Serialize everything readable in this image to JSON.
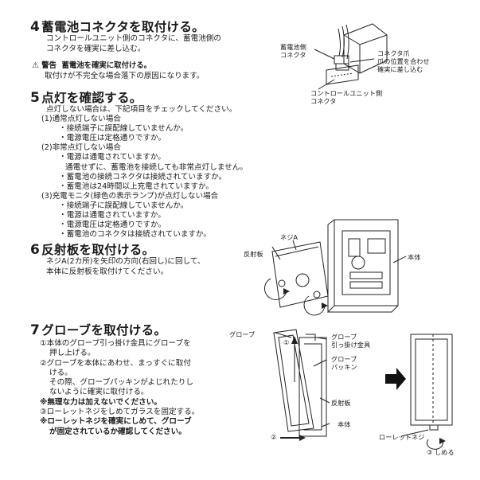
{
  "step4": {
    "number": "4",
    "title": "蓄電池コネクタを取付ける。",
    "lines": [
      "コントロールユニット側のコネクタに、蓄電池側の",
      "コネクタを確実に差し込む。"
    ],
    "warning_label": "警告",
    "warning_title": "蓄電池を確実に取付ける。",
    "warning_text": "取付けが不完全な場合落下の原因になります。",
    "labels": {
      "battery_connector": [
        "蓄電池側",
        "コネクタ"
      ],
      "connector_claw": [
        "コネクタ爪",
        "爪の位置を合わせ",
        "確実に差し込む"
      ],
      "control_connector": [
        "コントロールユニット側",
        "コネクタ"
      ]
    }
  },
  "step5": {
    "number": "5",
    "title": "点灯を確認する。",
    "lines": [
      "点灯しない場合は、下記項目をチェックしてください。",
      "(1)通常点灯しない場合",
      "・接続端子に誤配線していませんか。",
      "・電源電圧は定格通りですか。",
      "(2)非常点灯しない場合",
      "・電源は通電されていますか。",
      "通電せずに、蓄電池を接続しても非常点灯しません。",
      "・蓄電池の接続コネクタは接続されていますか。",
      "・蓄電池は24時間以上充電されていますか。",
      "(3)充電モニタ(緑色の表示ランプ)が点灯しない場合",
      "・接続端子に誤配線していませんか。",
      "・電源は通電されていますか。",
      "・電源電圧は定格通りですか。",
      "・蓄電池のコネクタは接続されていますか。"
    ]
  },
  "step6": {
    "number": "6",
    "title": "反射板を取付ける。",
    "lines": [
      "ネジA(2カ所)を矢印の方向(右回し)に回して、",
      "本体に反射板を取付けてください。"
    ],
    "labels": {
      "screw_a": "ネジA",
      "reflector": "反射板",
      "body": "本体"
    }
  },
  "step7": {
    "number": "7",
    "title": "グローブを取付ける。",
    "lines": [
      "①本体のグローブ引っ掛け金具にグローブを",
      "押し上げる。",
      "②グローブを本体にあわせ、まっすぐに取付",
      "ける。",
      "その際、グローブパッキンがよじれたりし",
      "ないように確実に取付ける。",
      "※無理な力は加えないでください。",
      "③ローレットネジをしめてガラスを固定する。",
      "※ローレットネジを確実にしめて、グローブ",
      "が固定されているか確認してください。"
    ],
    "labels": {
      "globe": "グローブ",
      "hook": [
        "グローブ",
        "引っ掛け金具"
      ],
      "packing": [
        "グローブ",
        "パッキン"
      ],
      "reflector": "反射板",
      "body": "本体",
      "knurled_screw": "ローレットネジ",
      "tighten": "③ しめる",
      "mark1": "①",
      "mark2": "②"
    }
  }
}
